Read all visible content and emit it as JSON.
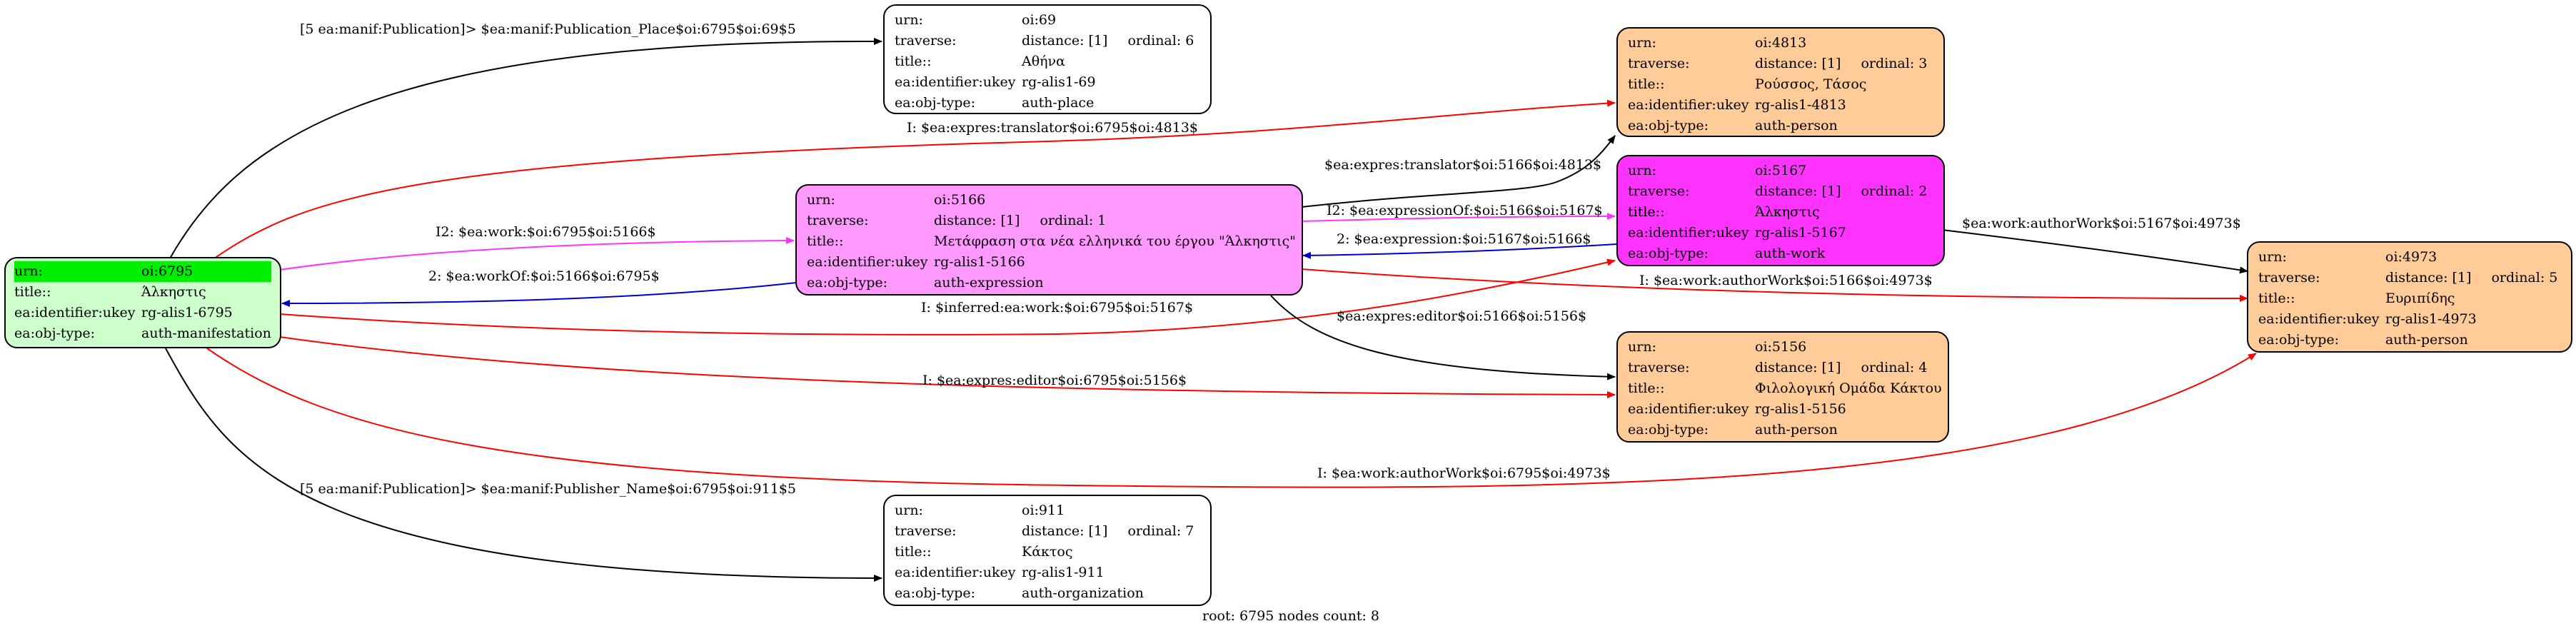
{
  "colors": {
    "work": "#ff99ff",
    "expression": "#ff33ff",
    "person": "#ffcc99",
    "manifestation": "#ccffcc",
    "root_header": "#00ee00",
    "place_org": "#ffffff",
    "edge_black": "#000000",
    "edge_red": "#ff0000",
    "edge_magenta": "#ff33ff",
    "edge_blue": "#0000cc"
  },
  "nodes": {
    "n6795": {
      "urn_key": "urn:",
      "urn": "oi:6795",
      "title_key": "title::",
      "title": "Άλκηστις",
      "ukey_key": "ea:identifier:ukey",
      "ukey": "rg-alis1-6795",
      "type_key": "ea:obj-type:",
      "type": "auth-manifestation"
    },
    "n69": {
      "urn_key": "urn:",
      "urn": "oi:69",
      "traverse_key": "traverse:",
      "distance": "distance: [1]",
      "ordinal": "ordinal: 6",
      "title_key": "title::",
      "title": "Αθήνα",
      "ukey_key": "ea:identifier:ukey",
      "ukey": "rg-alis1-69",
      "type_key": "ea:obj-type:",
      "type": "auth-place"
    },
    "n4813": {
      "urn_key": "urn:",
      "urn": "oi:4813",
      "traverse_key": "traverse:",
      "distance": "distance: [1]",
      "ordinal": "ordinal: 3",
      "title_key": "title::",
      "title": "Ρούσσος, Τάσος",
      "ukey_key": "ea:identifier:ukey",
      "ukey": "rg-alis1-4813",
      "type_key": "ea:obj-type:",
      "type": "auth-person"
    },
    "n5166": {
      "urn_key": "urn:",
      "urn": "oi:5166",
      "traverse_key": "traverse:",
      "distance": "distance: [1]",
      "ordinal": "ordinal: 1",
      "title_key": "title::",
      "title": "Μετάφραση στα νέα ελληνικά του έργου \"Άλκηστις\"",
      "ukey_key": "ea:identifier:ukey",
      "ukey": "rg-alis1-5166",
      "type_key": "ea:obj-type:",
      "type": "auth-expression"
    },
    "n5167": {
      "urn_key": "urn:",
      "urn": "oi:5167",
      "traverse_key": "traverse:",
      "distance": "distance: [1]",
      "ordinal": "ordinal: 2",
      "title_key": "title::",
      "title": "Άλκηστις",
      "ukey_key": "ea:identifier:ukey",
      "ukey": "rg-alis1-5167",
      "type_key": "ea:obj-type:",
      "type": "auth-work"
    },
    "n4973": {
      "urn_key": "urn:",
      "urn": "oi:4973",
      "traverse_key": "traverse:",
      "distance": "distance: [1]",
      "ordinal": "ordinal: 5",
      "title_key": "title::",
      "title": "Ευριπίδης",
      "ukey_key": "ea:identifier:ukey",
      "ukey": "rg-alis1-4973",
      "type_key": "ea:obj-type:",
      "type": "auth-person"
    },
    "n5156": {
      "urn_key": "urn:",
      "urn": "oi:5156",
      "traverse_key": "traverse:",
      "distance": "distance: [1]",
      "ordinal": "ordinal: 4",
      "title_key": "title::",
      "title": "Φιλολογική Ομάδα Κάκτου",
      "ukey_key": "ea:identifier:ukey",
      "ukey": "rg-alis1-5156",
      "type_key": "ea:obj-type:",
      "type": "auth-person"
    },
    "n911": {
      "urn_key": "urn:",
      "urn": "oi:911",
      "traverse_key": "traverse:",
      "distance": "distance: [1]",
      "ordinal": "ordinal: 7",
      "title_key": "title::",
      "title": "Κάκτος",
      "ukey_key": "ea:identifier:ukey",
      "ukey": "rg-alis1-911",
      "type_key": "ea:obj-type:",
      "type": "auth-organization"
    }
  },
  "edges": {
    "publication_place": "[5 ea:manif:Publication]> $ea:manif:Publication_Place$oi:6795$oi:69$5",
    "translator_6795": "I: $ea:expres:translator$oi:6795$oi:4813$",
    "work_6795_5166": "I2: $ea:work:$oi:6795$oi:5166$",
    "workof_5166_6795": "2: $ea:workOf:$oi:5166$oi:6795$",
    "inferred_work": "I: $inferred:ea:work:$oi:6795$oi:5167$",
    "translator_5166": "$ea:expres:translator$oi:5166$oi:4813$",
    "expressionof": "I2: $ea:expressionOf:$oi:5166$oi:5167$",
    "expression_5167_5166": "2: $ea:expression:$oi:5167$oi:5166$",
    "authorwork_5166": "I: $ea:work:authorWork$oi:5166$oi:4973$",
    "authorwork_5167": "$ea:work:authorWork$oi:5167$oi:4973$",
    "editor_5166": "$ea:expres:editor$oi:5166$oi:5156$",
    "editor_6795": "I: $ea:expres:editor$oi:6795$oi:5156$",
    "authorwork_6795": "I: $ea:work:authorWork$oi:6795$oi:4973$",
    "publisher_name": "[5 ea:manif:Publication]> $ea:manif:Publisher_Name$oi:6795$oi:911$5"
  },
  "footer": "root: 6795 nodes count: 8"
}
